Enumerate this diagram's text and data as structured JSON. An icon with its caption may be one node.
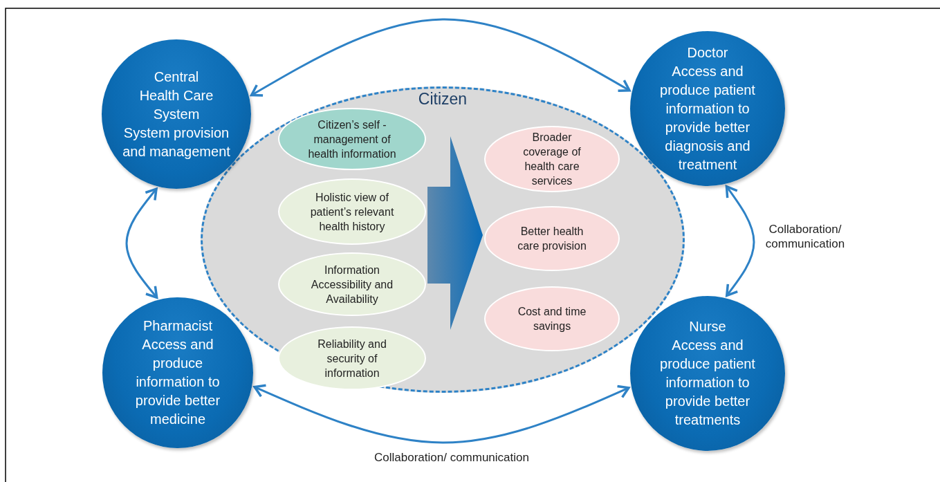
{
  "diagram": {
    "nodes": [
      {
        "text": [
          "Citizen"
        ]
      },
      {
        "text": [
          "Citizen’s self - management of health information"
        ],
        "in": 0
      },
      {
        "text": [
          "Holistic view of patient’s relevant health history"
        ],
        "in": 0
      },
      {
        "text": [
          "Information Accessibility and Availability"
        ],
        "in": 0
      },
      {
        "text": [
          "Reliability and security of information"
        ],
        "in": 0
      },
      {
        "text": [
          "Broader coverage of health care services"
        ],
        "in": 0
      },
      {
        "text": [
          "Better health care provision"
        ],
        "in": 0
      },
      {
        "text": [
          "Cost and time savings"
        ],
        "in": 0
      },
      {
        "text": [
          "Central Health Care System",
          "System provision and management"
        ]
      },
      {
        "text": [
          "Doctor",
          "Access and produce patient information to provide better diagnosis and treatment"
        ]
      },
      {
        "text": [
          "Pharmacist",
          "Access and produce information to provide better medicine"
        ]
      },
      {
        "text": [
          "Nurse",
          "Access and produce patient information to provide better treatments"
        ]
      }
    ],
    "edges": [
      {
        "from": 8,
        "to": 9,
        "arrow": "both"
      },
      {
        "from": 8,
        "to": 10,
        "arrow": "both"
      },
      {
        "from": 9,
        "to": 11,
        "arrow": "both",
        "label": "Collaboration/ communication"
      },
      {
        "from": 10,
        "to": 11,
        "arrow": "both",
        "label": "Collaboration/ communication"
      },
      {
        "from": 2,
        "to": 6,
        "arrow": "to",
        "style": "thick"
      }
    ]
  }
}
